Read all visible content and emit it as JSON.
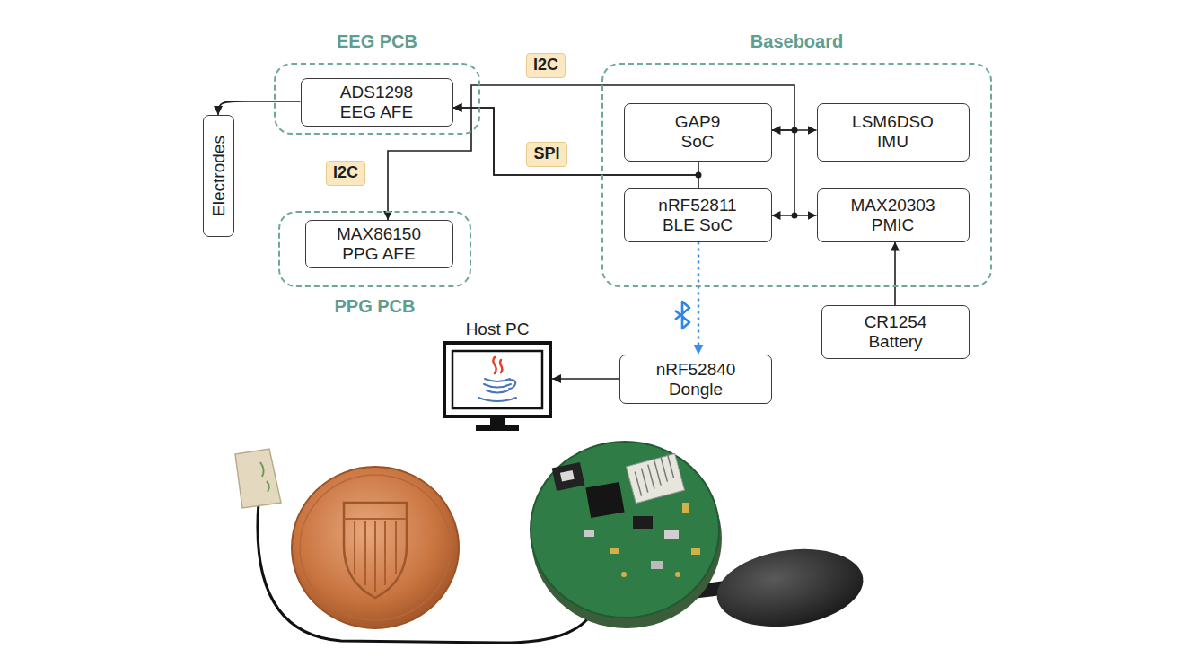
{
  "diagram": {
    "nodes": [
      {
        "text": [
          "EEG PCB"
        ]
      },
      {
        "text": [
          "ADS1298 EEG AFE"
        ],
        "in": 0
      },
      {
        "text": [
          "Baseboard"
        ]
      },
      {
        "text": [
          "GAP9 SoC"
        ],
        "in": 2
      },
      {
        "text": [
          "LSM6DSO IMU"
        ],
        "in": 2
      },
      {
        "text": [
          "nRF52811 BLE SoC"
        ],
        "in": 2
      },
      {
        "text": [
          "MAX20303 PMIC"
        ],
        "in": 2
      },
      {
        "text": [
          "Electrodes"
        ]
      },
      {
        "text": [
          "PPG PCB"
        ]
      },
      {
        "text": [
          "MAX86150 PPG AFE"
        ],
        "in": 8
      },
      {
        "text": [
          "Host PC"
        ]
      },
      {
        "text": [
          "nRF52840 Dongle"
        ]
      },
      {
        "text": [
          "CR1254 Battery"
        ]
      }
    ],
    "edges": [
      {
        "from": 1,
        "to": 7,
        "arrow": "to"
      },
      {
        "from": 3,
        "to": 4,
        "arrow": "both"
      },
      {
        "from": 5,
        "to": 6,
        "arrow": "both"
      },
      {
        "from": 3,
        "to": 9,
        "arrow": "to",
        "label": "I2C"
      },
      {
        "from": 3,
        "to": 1,
        "arrow": "to",
        "label": "SPI"
      },
      {
        "from": 5,
        "to": 1,
        "arrow": "to"
      },
      {
        "from": 5,
        "to": 11,
        "arrow": "to"
      },
      {
        "from": 11,
        "to": 10,
        "arrow": "to"
      },
      {
        "from": 12,
        "to": 6,
        "arrow": "to"
      }
    ],
    "labels": [
      "I2C"
    ]
  }
}
